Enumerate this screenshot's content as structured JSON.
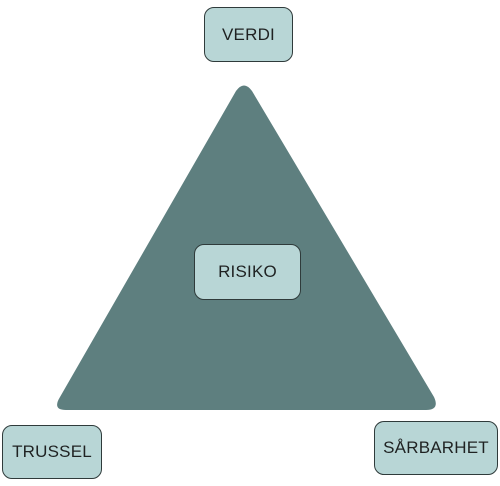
{
  "colors": {
    "triangle_fill": "#5e7f7f",
    "node_fill": "#b8d6d6",
    "node_border": "#2f3b3b",
    "text": "#1f2222"
  },
  "nodes": {
    "top": {
      "label": "VERDI"
    },
    "center": {
      "label": "RISIKO"
    },
    "bottom_left": {
      "label": "TRUSSEL"
    },
    "bottom_right": {
      "label": "SÅRBARHET"
    }
  }
}
